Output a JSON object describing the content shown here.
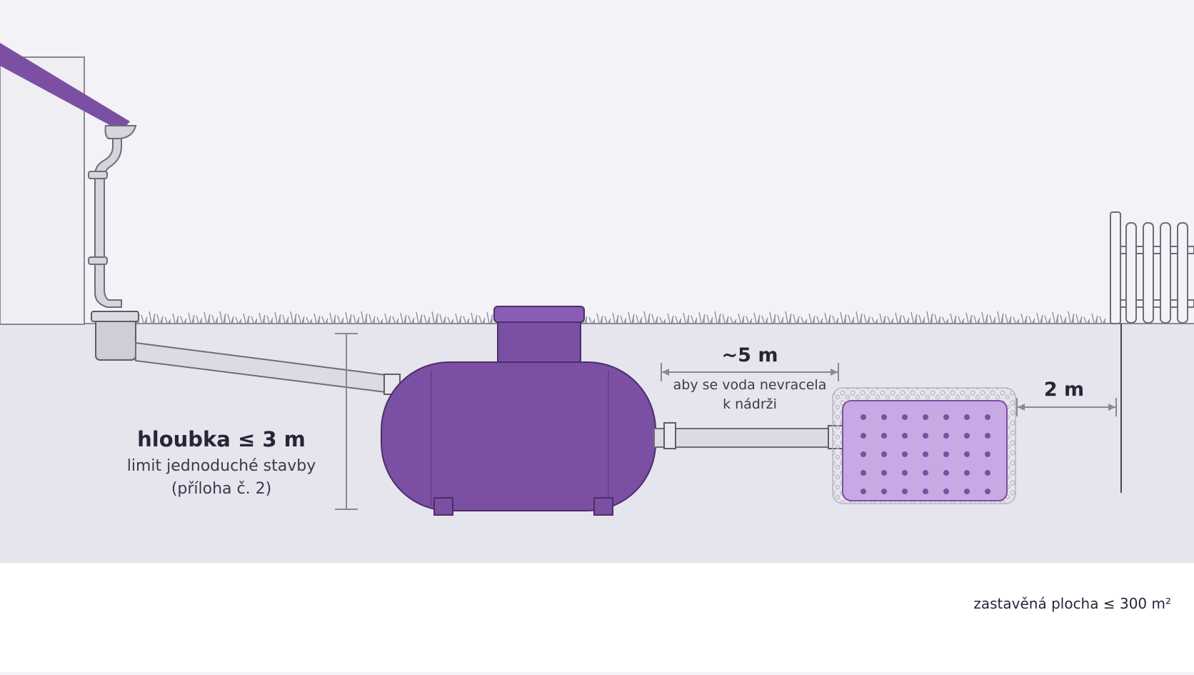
{
  "depth": {
    "heading": "hloubka ≤ 3 m",
    "line1": "limit jednoduché stavby",
    "line2": "(příloha č. 2)"
  },
  "distance_tank": {
    "heading": "~5 m",
    "line1": "aby se voda nevracela",
    "line2": "k nádrži"
  },
  "distance_boundary": {
    "heading": "2 m"
  },
  "footnote": "zastavěná plocha ≤ 300 m²",
  "colors": {
    "accent": "#7b4fa3",
    "accent_light": "#c9a9e3",
    "ground": "#e6e4ec",
    "sky": "#f3f2f6",
    "pipe": "#dcdbe3",
    "dimension_line": "#8a8796"
  }
}
